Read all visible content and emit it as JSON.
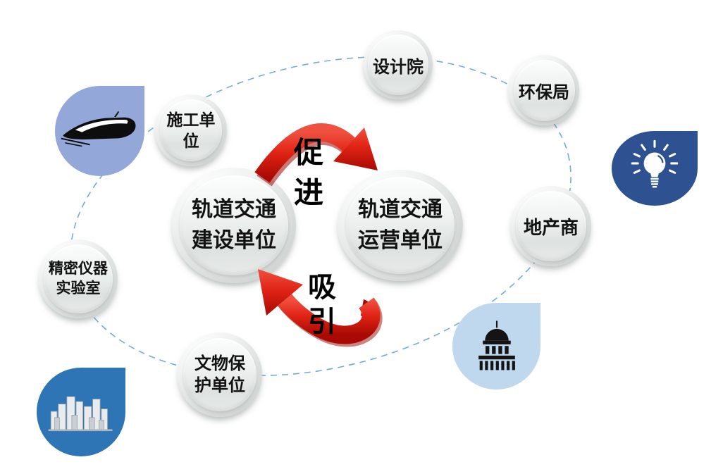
{
  "hub": {
    "left": {
      "lines": [
        "轨道交通",
        "建设单位"
      ]
    },
    "right": {
      "lines": [
        "轨道交通",
        "运营单位"
      ]
    }
  },
  "relations": {
    "promote": {
      "chars": [
        "促",
        "进"
      ]
    },
    "attract": {
      "chars": [
        "吸",
        "引"
      ]
    }
  },
  "satellites": {
    "construction": {
      "lines": [
        "施工单",
        "位"
      ]
    },
    "design_institute": {
      "lines": [
        "设计院"
      ]
    },
    "environment_bureau": {
      "lines": [
        "环保局"
      ]
    },
    "real_estate": {
      "lines": [
        "地产商"
      ]
    },
    "instrument_lab": {
      "lines": [
        "精密仪器",
        "实验室"
      ]
    },
    "heritage_protection": {
      "lines": [
        "文物保",
        "护单位"
      ]
    }
  },
  "corner_badges": {
    "train": {
      "icon": "high-speed-train-icon",
      "bg": "#93A7D9"
    },
    "city": {
      "icon": "city-skyline-icon",
      "bg": "#2E75B6"
    },
    "lightbulb": {
      "icon": "lightbulb-icon",
      "bg": "#2E5191"
    },
    "government": {
      "icon": "government-building-icon",
      "bg": "#BFD8EE"
    }
  },
  "colors": {
    "arrow_red": "#DC1F12",
    "arrow_red_dark": "#A80A03",
    "dashed_line": "#5B9BD5",
    "text": "#111111"
  }
}
